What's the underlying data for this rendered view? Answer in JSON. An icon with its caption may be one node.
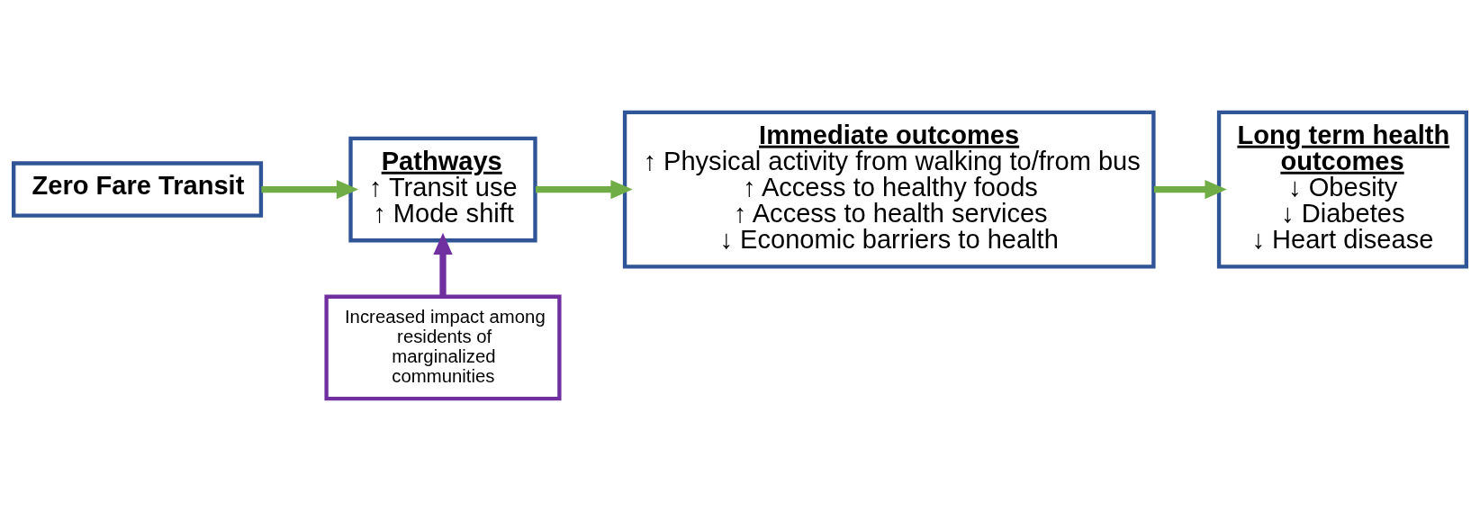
{
  "diagram": {
    "nodes": [
      {
        "text": [
          "Zero Fare Transit"
        ]
      },
      {
        "text": [
          "Pathways",
          "↑ Transit use",
          "↑ Mode shift"
        ]
      },
      {
        "text": [
          "Immediate outcomes",
          "↑ Physical activity from walking to/from bus",
          "↑ Access to healthy foods",
          "↑ Access to health services",
          "↓ Economic barriers to health"
        ]
      },
      {
        "text": [
          "Long term health outcomes",
          "↓ Obesity",
          "↓ Diabetes",
          "↓ Heart disease"
        ]
      },
      {
        "text": [
          "Increased impact among residents of marginalized communities"
        ]
      }
    ],
    "edges": [
      {
        "from": 0,
        "to": 1,
        "arrow": "to",
        "color": "#70ad47"
      },
      {
        "from": 1,
        "to": 2,
        "arrow": "to",
        "color": "#70ad47"
      },
      {
        "from": 2,
        "to": 3,
        "arrow": "to",
        "color": "#70ad47"
      },
      {
        "from": 4,
        "to": 1,
        "arrow": "to",
        "color": "#7030a0"
      }
    ]
  }
}
